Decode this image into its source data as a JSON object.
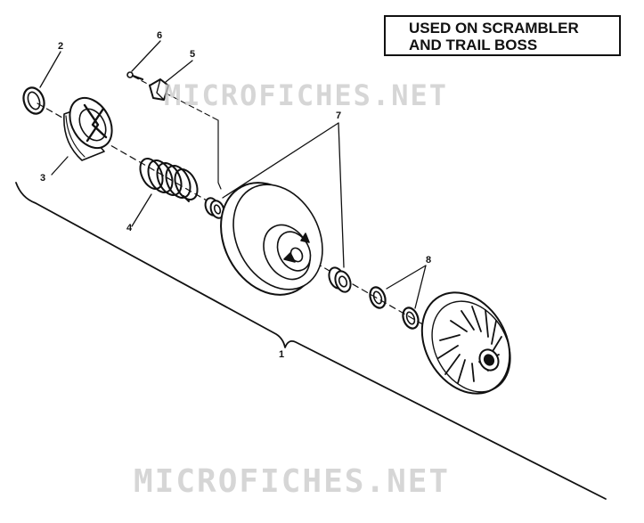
{
  "note": {
    "line1": "USED ON SCRAMBLER",
    "line2": "AND TRAIL BOSS"
  },
  "callouts": {
    "c1": "1",
    "c2": "2",
    "c3": "3",
    "c4": "4",
    "c5": "5",
    "c6": "6",
    "c7": "7",
    "c8": "8"
  },
  "watermark": {
    "text": "MICROFICHES.NET"
  },
  "colors": {
    "line": "#111111",
    "watermark": "#c9c9c9"
  }
}
